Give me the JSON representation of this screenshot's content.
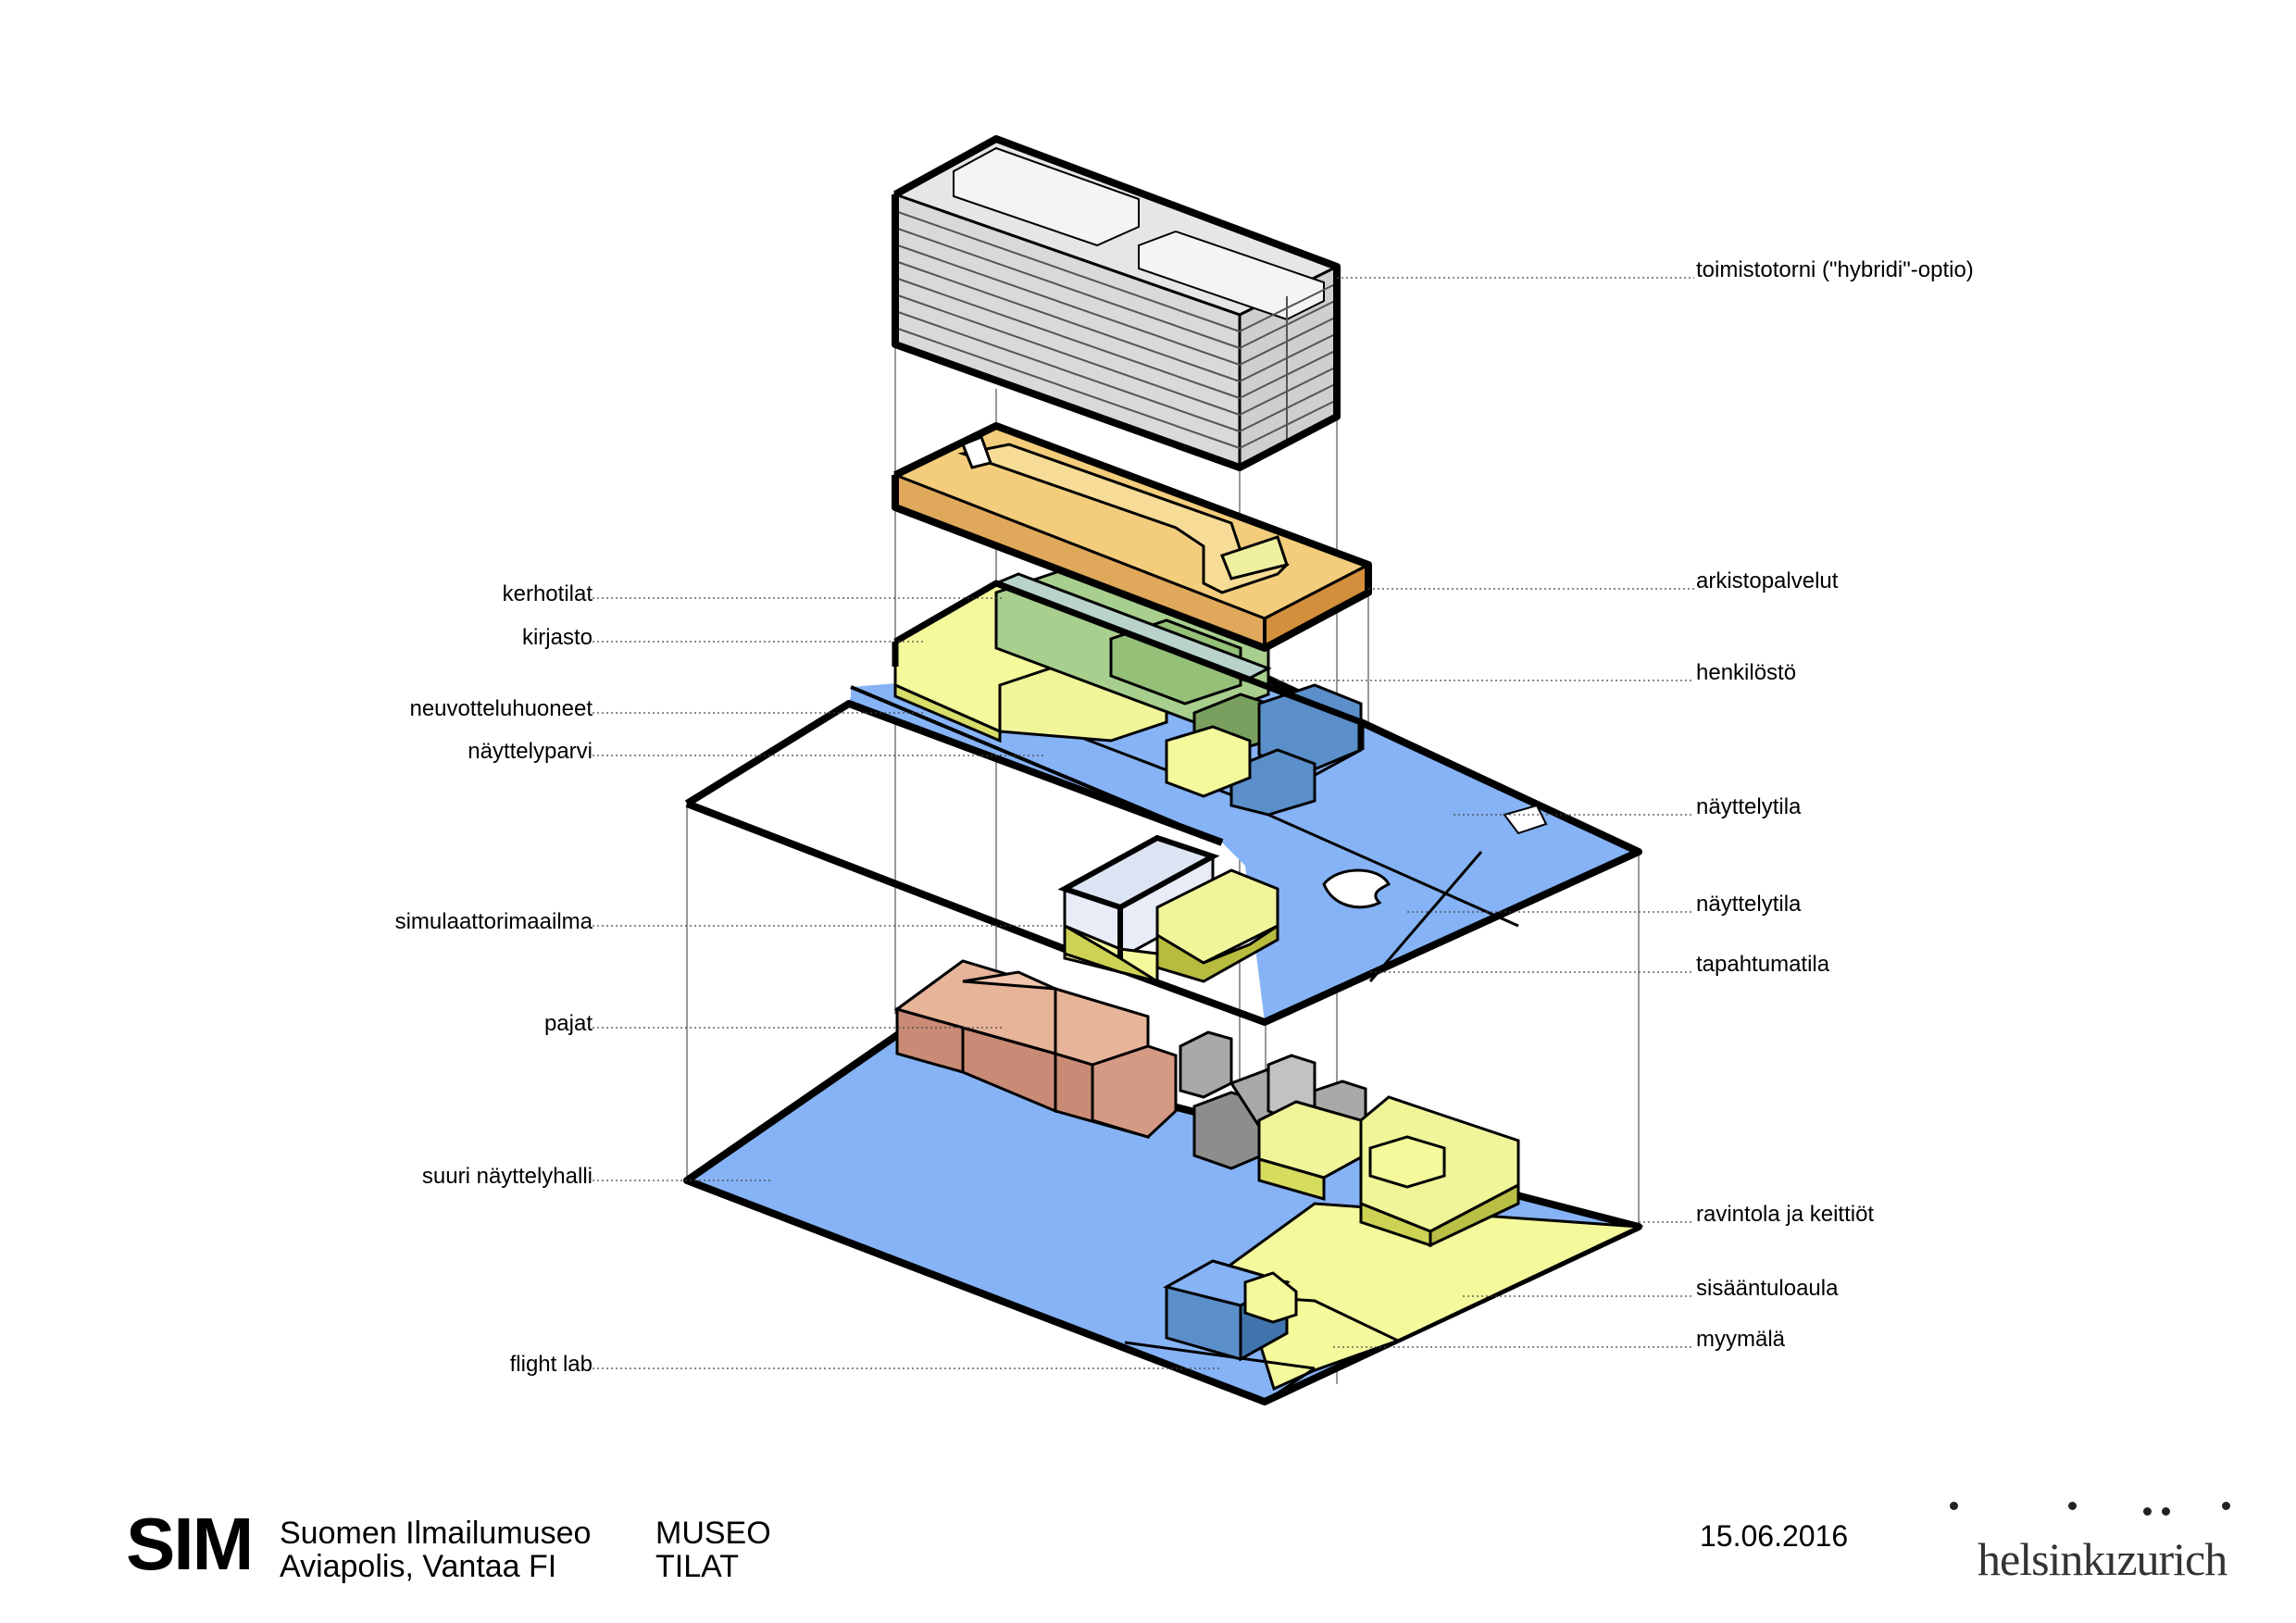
{
  "labels_left": [
    {
      "id": "kerhotilat",
      "text": "kerhotilat"
    },
    {
      "id": "kirjasto",
      "text": "kirjasto"
    },
    {
      "id": "neuvotteluhuoneet",
      "text": "neuvotteluhuoneet"
    },
    {
      "id": "nayttelyparvi",
      "text": "näyttelyparvi"
    },
    {
      "id": "simulaattorimaailma",
      "text": "simulaattorimaailma"
    },
    {
      "id": "pajat",
      "text": "pajat"
    },
    {
      "id": "suuri-nayttelyhalli",
      "text": "suuri näyttelyhalli"
    },
    {
      "id": "flight-lab",
      "text": "flight lab"
    }
  ],
  "labels_right": [
    {
      "id": "toimistotorni",
      "text": "toimistotorni (\"hybridi\"-optio)"
    },
    {
      "id": "arkistopalvelut",
      "text": "arkistopalvelut"
    },
    {
      "id": "henkilosto",
      "text": "henkilöstö"
    },
    {
      "id": "nayttelytila-1",
      "text": "näyttelytila"
    },
    {
      "id": "nayttelytila-2",
      "text": "näyttelytila"
    },
    {
      "id": "tapahtumatila",
      "text": "tapahtumatila"
    },
    {
      "id": "ravintola",
      "text": "ravintola ja keittiöt"
    },
    {
      "id": "sisaantuloaula",
      "text": "sisääntuloaula"
    },
    {
      "id": "myymala",
      "text": "myymälä"
    }
  ],
  "footer": {
    "brand": "SIM",
    "org_line1": "Suomen Ilmailumuseo",
    "org_line2": "Aviapolis, Vantaa FI",
    "sheet_line1": "MUSEO",
    "sheet_line2": "TILAT",
    "date": "15.06.2016",
    "logo": "helsinkızurich"
  },
  "colors": {
    "exhibition_blue": "#86b3f5",
    "office_grey": "#e6e6e6",
    "archive_orange": "#f0c575",
    "yellow_green": "#f2f7a6",
    "staff_green": "#a8cf8e",
    "club_teal": "#b9d3cc",
    "workshop_brown": "#d49a84",
    "service_grey": "#a9a9a9",
    "entrance_yellow": "#f4f99c",
    "dark_blue": "#5b8fc9"
  }
}
